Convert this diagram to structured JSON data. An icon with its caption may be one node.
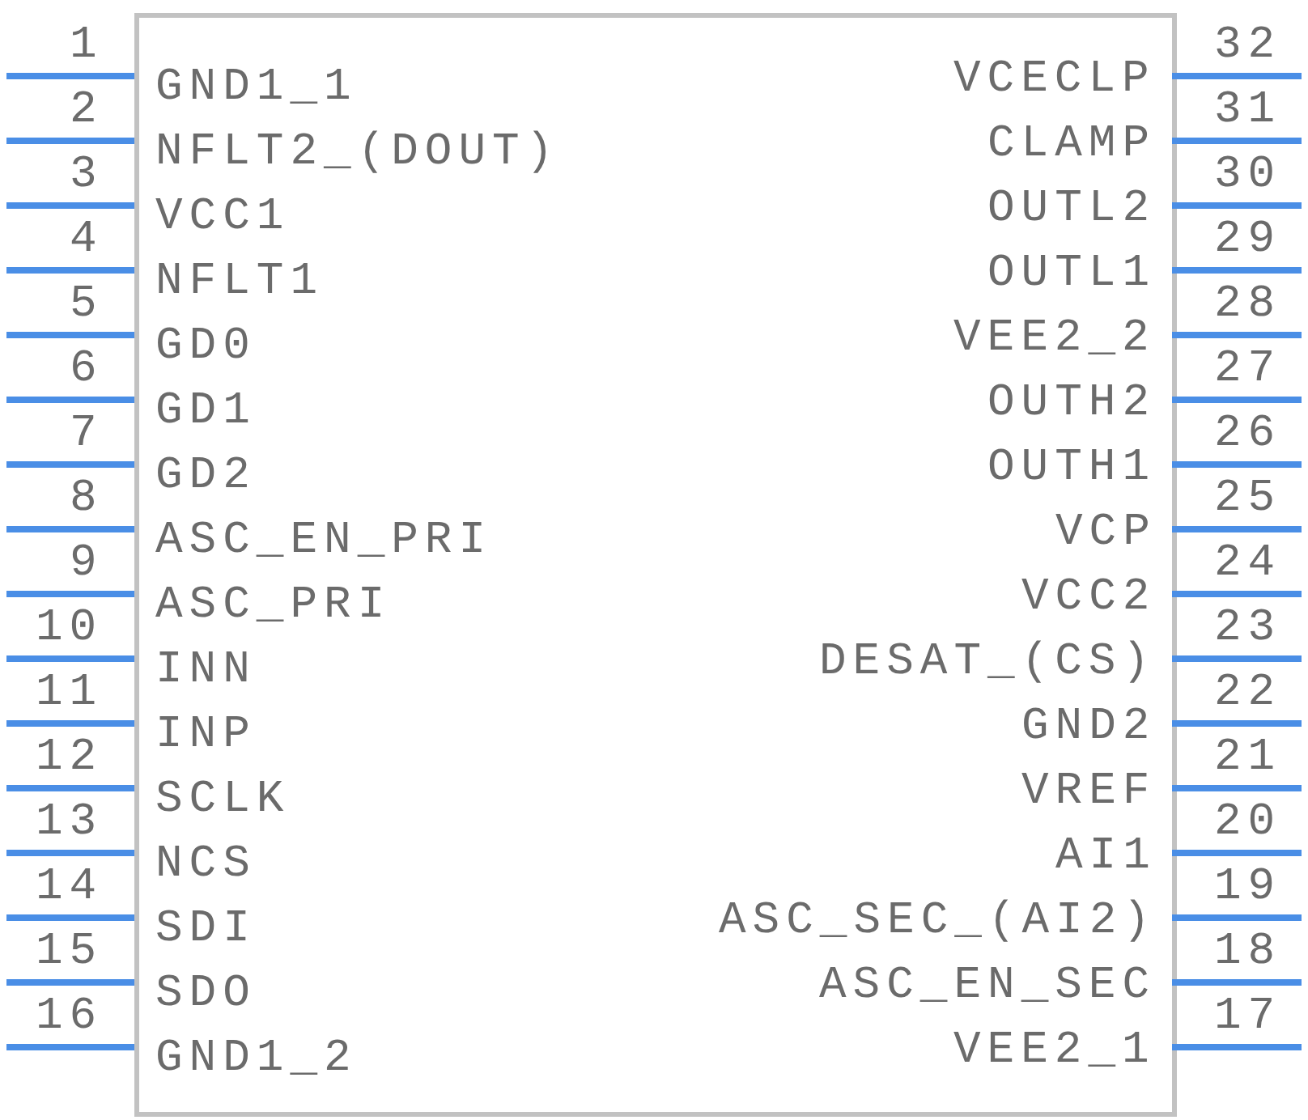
{
  "diagram": {
    "labels": [
      "1",
      "GND1_1",
      "2",
      "NFLT2_(DOUT)",
      "3",
      "VCC1",
      "4",
      "NFLT1",
      "5",
      "GD0",
      "6",
      "GD1",
      "7",
      "GD2",
      "8",
      "ASC_EN_PRI",
      "9",
      "ASC_PRI",
      "10",
      "INN",
      "11",
      "INP",
      "12",
      "SCLK",
      "13",
      "NCS",
      "14",
      "SDI",
      "15",
      "SDO",
      "16",
      "GND1_2",
      "VCECLP",
      "32",
      "CLAMP",
      "31",
      "OUTL2",
      "30",
      "OUTL1",
      "29",
      "VEE2_2",
      "28",
      "OUTH2",
      "27",
      "OUTH1",
      "26",
      "VCP",
      "25",
      "VCC2",
      "24",
      "DESAT_(CS)",
      "23",
      "GND2",
      "22",
      "VREF",
      "21",
      "AI1",
      "20",
      "ASC_SEC_(AI2)",
      "19",
      "ASC_EN_SEC",
      "18",
      "VEE2_1",
      "17"
    ]
  }
}
